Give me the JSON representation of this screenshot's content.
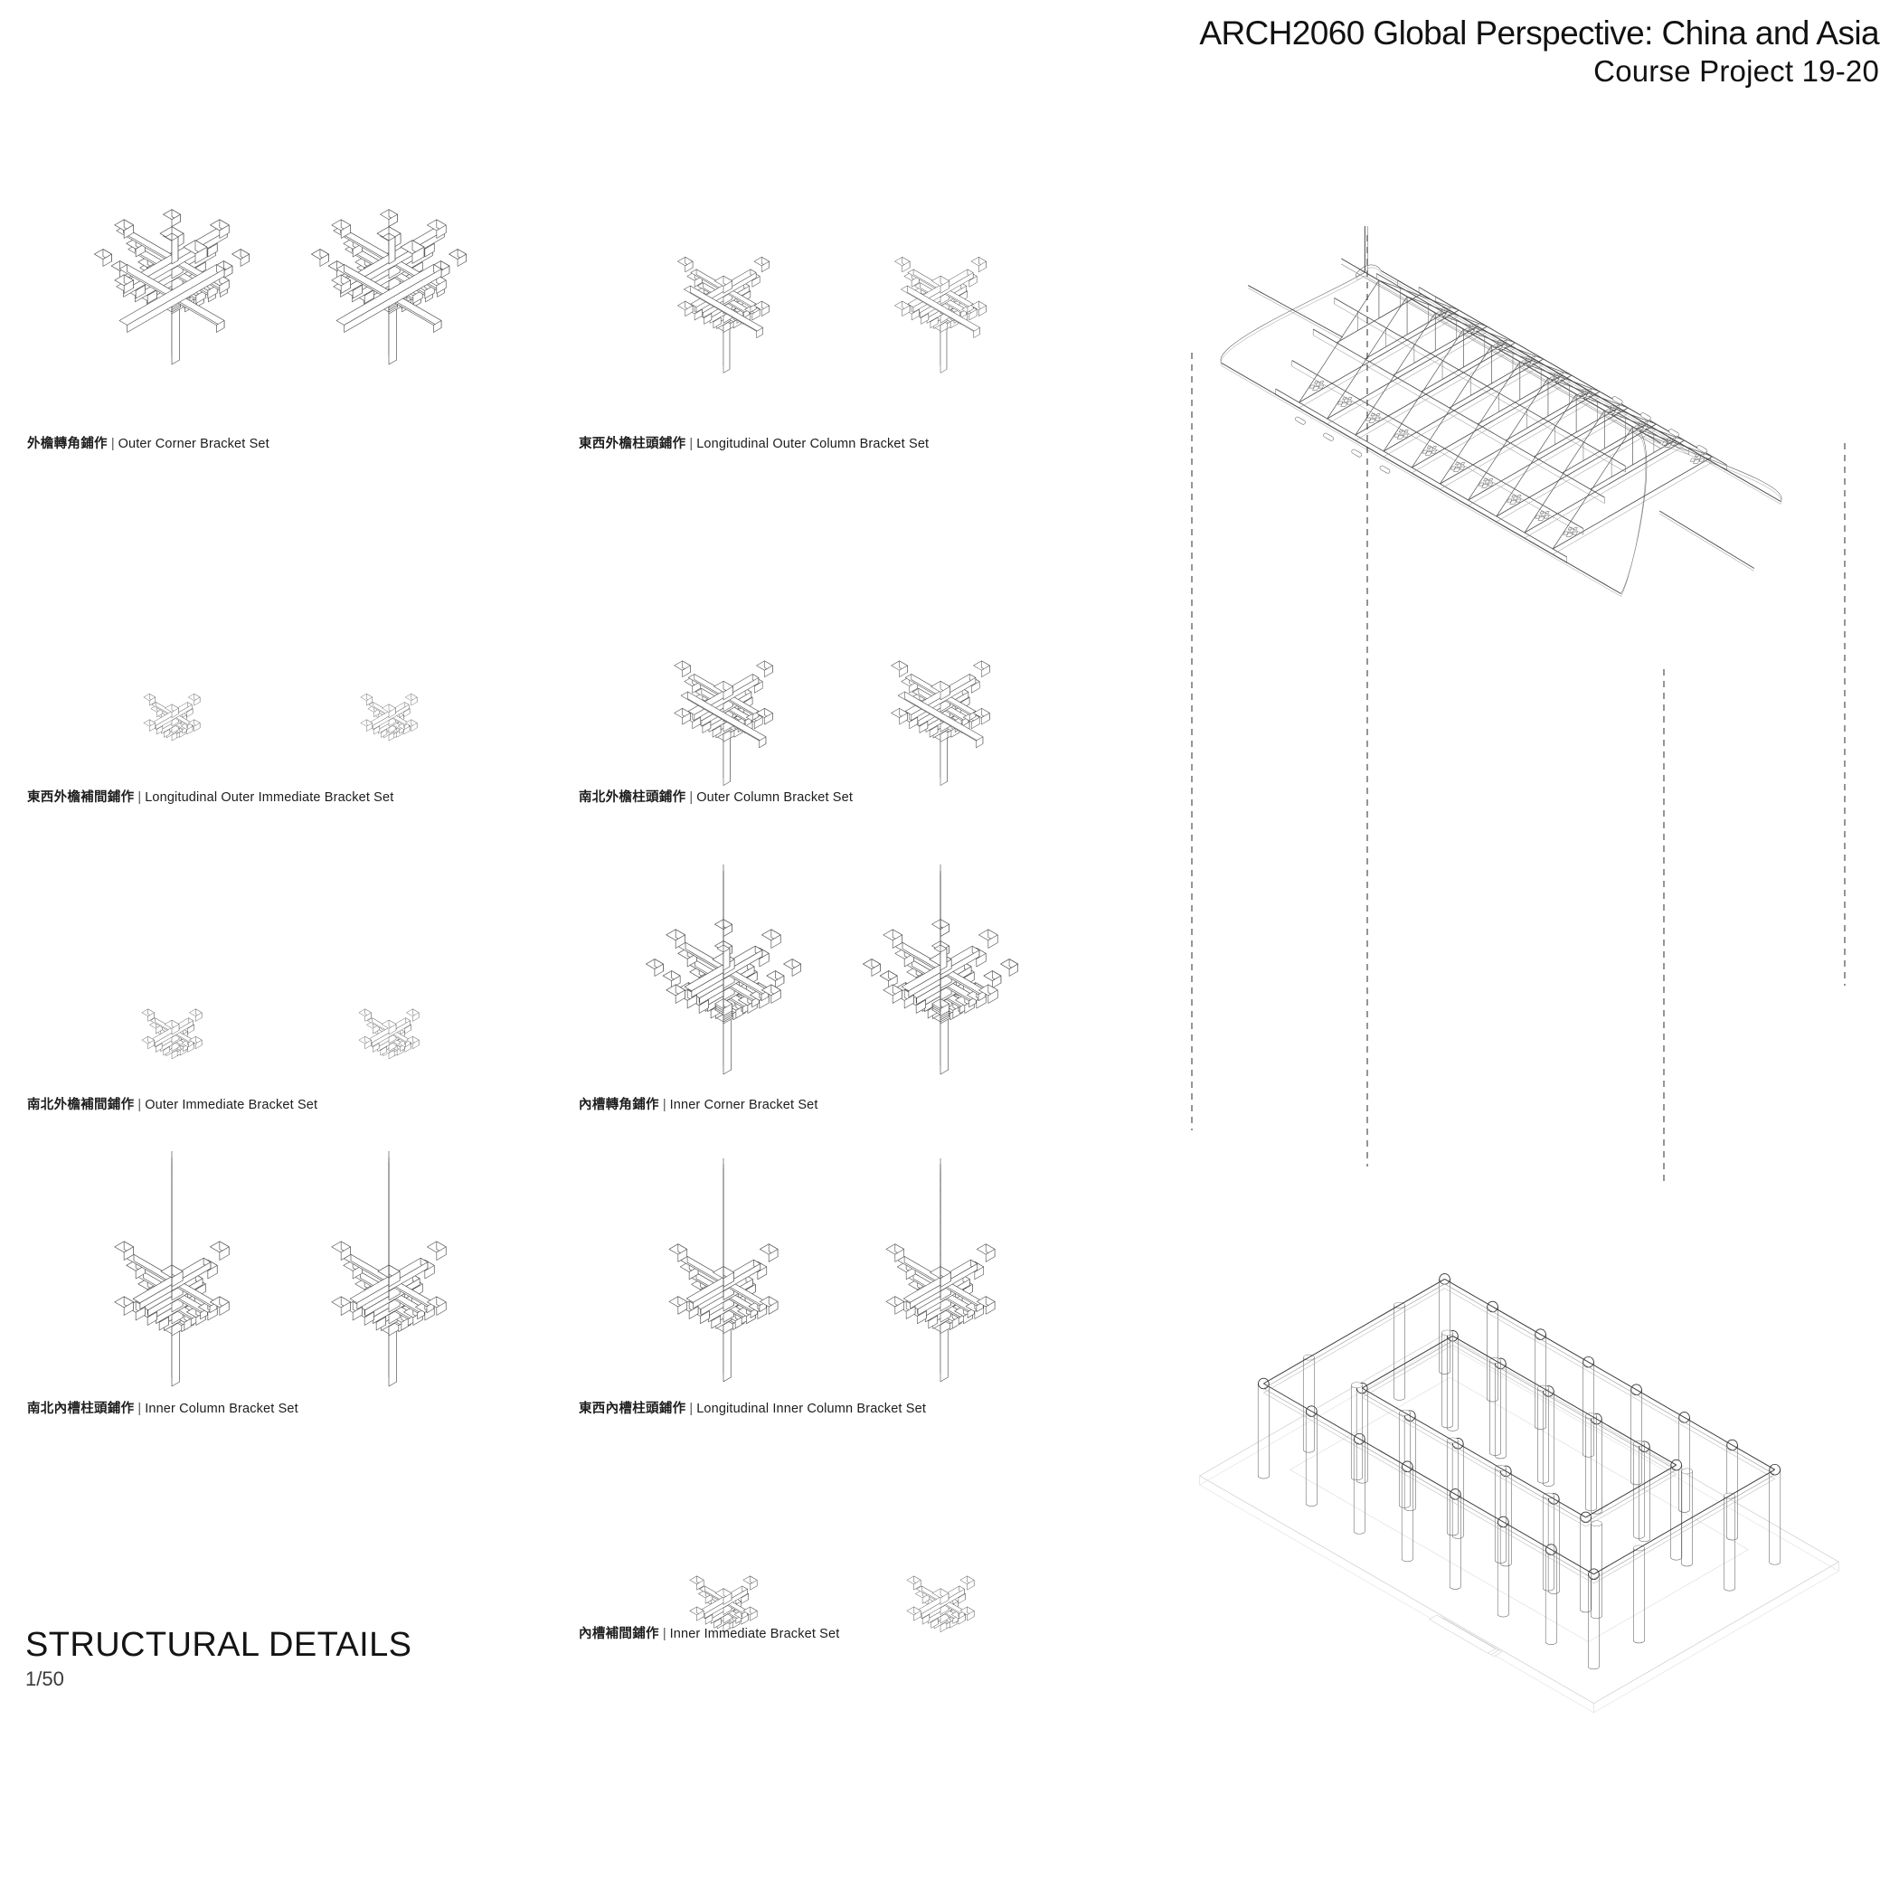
{
  "header": {
    "line1": "ARCH2060 Global Perspective: China and Asia",
    "line2": "Course Project 19-20"
  },
  "sheet": {
    "title": "STRUCTURAL DETAILS",
    "scale": "1/50"
  },
  "bracket_sets": [
    {
      "id": "outer-corner",
      "cn": "外檐轉角鋪作",
      "sep": "|",
      "en": "Outer Corner Bracket Set",
      "type": "corner-large",
      "scale": 1.0
    },
    {
      "id": "longitudinal-outer-column",
      "cn": "東西外檐柱頭鋪作",
      "sep": "|",
      "en": "Longitudinal Outer Column Bracket Set",
      "type": "column-arm",
      "scale": 0.8
    },
    {
      "id": "longitudinal-outer-immediate",
      "cn": "東西外檐補間鋪作",
      "sep": "|",
      "en": "Longitudinal Outer Immediate Bracket Set",
      "type": "immediate",
      "scale": 0.62
    },
    {
      "id": "outer-column",
      "cn": "南北外檐柱頭鋪作",
      "sep": "|",
      "en": "Outer Column Bracket Set",
      "type": "column-arm",
      "scale": 0.86
    },
    {
      "id": "outer-immediate",
      "cn": "南北外檐補間鋪作",
      "sep": "|",
      "en": "Outer Immediate Bracket Set",
      "type": "immediate",
      "scale": 0.66
    },
    {
      "id": "inner-corner",
      "cn": "內槽轉角鋪作",
      "sep": "|",
      "en": "Inner Corner Bracket Set",
      "type": "vee",
      "scale": 1.0
    },
    {
      "id": "inner-column",
      "cn": "南北內槽柱頭鋪作",
      "sep": "|",
      "en": "Inner Column Bracket Set",
      "type": "cantilever",
      "scale": 1.0
    },
    {
      "id": "longitudinal-inner-column",
      "cn": "東西內槽柱頭鋪作",
      "sep": "|",
      "en": "Longitudinal Inner Column Bracket Set",
      "type": "cantilever",
      "scale": 0.95
    },
    {
      "id": "inner-immediate",
      "cn": "內槽補間鋪作",
      "sep": "|",
      "en": "Inner Immediate Bracket Set",
      "type": "immediate",
      "scale": 0.74
    }
  ],
  "drawings": {
    "roof_axonometric": "exploded roof timber frame axonometric",
    "column_plinth_axonometric": "column grid and platform axonometric",
    "explosion_guides": 4
  },
  "colors": {
    "ink": "#1a1a1a",
    "line": "#4a4a4a",
    "line_light": "#9a9a9a",
    "faint": "#cfcfcf",
    "background": "#ffffff"
  }
}
